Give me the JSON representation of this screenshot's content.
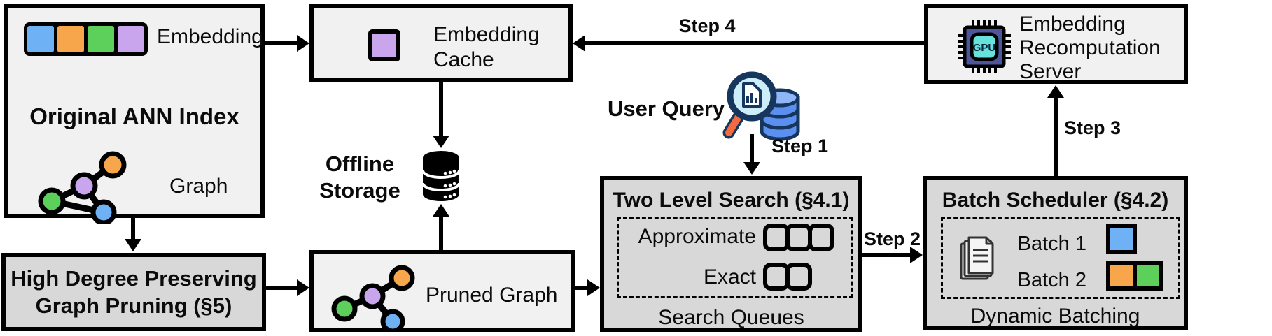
{
  "figure": {
    "original_index": {
      "title": "Original ANN Index",
      "embedding_label": "Embedding",
      "graph_label": "Graph",
      "embedding_cell_colors": [
        "blue",
        "orange",
        "green",
        "purple"
      ]
    },
    "pruning": {
      "lines": [
        "High Degree Preserving",
        "Graph Pruning (§5)"
      ]
    },
    "embedding_cache": {
      "lines": [
        "Embedding",
        "Cache"
      ]
    },
    "offline_storage": {
      "lines": [
        "Offline",
        "Storage"
      ]
    },
    "pruned_graph": {
      "label": "Pruned Graph"
    },
    "user_query": {
      "label": "User Query"
    },
    "two_level_search": {
      "title": "Two Level Search (§4.1)",
      "approximate_label": "Approximate",
      "approximate_slots": 3,
      "exact_label": "Exact",
      "exact_slots": 2,
      "caption": "Search Queues"
    },
    "batch_scheduler": {
      "title": "Batch Scheduler (§4.2)",
      "batch1_label": "Batch 1",
      "batch1_colors": [
        "blue"
      ],
      "batch2_label": "Batch 2",
      "batch2_colors": [
        "orange",
        "green"
      ],
      "caption": "Dynamic Batching"
    },
    "recompute_server": {
      "lines": [
        "Embedding",
        "Recomputation",
        "Server"
      ],
      "gpu_label": "GPU"
    },
    "steps": {
      "step1": "Step 1",
      "step2": "Step 2",
      "step3": "Step 3",
      "step4": "Step 4"
    },
    "colors": {
      "box_light": "#f1f1f1",
      "box_dark": "#d8d8d8",
      "outline": "#000000",
      "blue": "#6fb1f5",
      "orange": "#f7a64c",
      "green": "#5cd05b",
      "purple": "#c9a5ee"
    }
  }
}
